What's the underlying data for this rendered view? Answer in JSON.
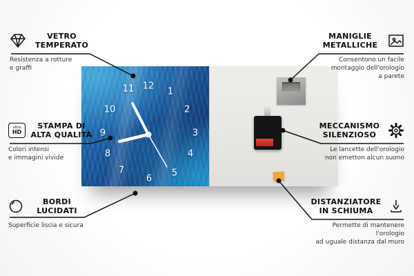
{
  "callouts": {
    "vetro": {
      "title": "VETRO\nTEMPERATO",
      "desc": "Resistenza a rotture\ne graffi"
    },
    "stampa": {
      "title": "STAMPA DI\nALTA QUALITÀ",
      "desc": "Colori intensi\ne immagini vivide"
    },
    "bordi": {
      "title": "BORDI\nLUCIDATI",
      "desc": "Superficie liscia e sicura"
    },
    "maniglie": {
      "title": "MANIGLIE\nMETALLICHE",
      "desc": "Consentono un facile\nmontaggio dell'orologio\na parete"
    },
    "meccanismo": {
      "title": "MECCANISMO\nSILENZIOSO",
      "desc": "Le lancette dell'orologio\nnon emetton alcun suono"
    },
    "distanziatore": {
      "title": "DISTANZIATORE\nIN SCHIUMA",
      "desc": "Permette di mantenere l'orologio\nad uguale distanza dal muro"
    }
  },
  "icons": {
    "ultra_hd": {
      "top": "ultra",
      "bottom": "HD"
    }
  },
  "clock": {
    "numbers": [
      "12",
      "1",
      "2",
      "3",
      "4",
      "5",
      "6",
      "7",
      "8",
      "9",
      "10",
      "11"
    ]
  },
  "colors": {
    "clock_blue": "#1f66ad",
    "foam_orange": "#f2a637",
    "battery_red": "#c73323",
    "line_black": "#111111"
  }
}
